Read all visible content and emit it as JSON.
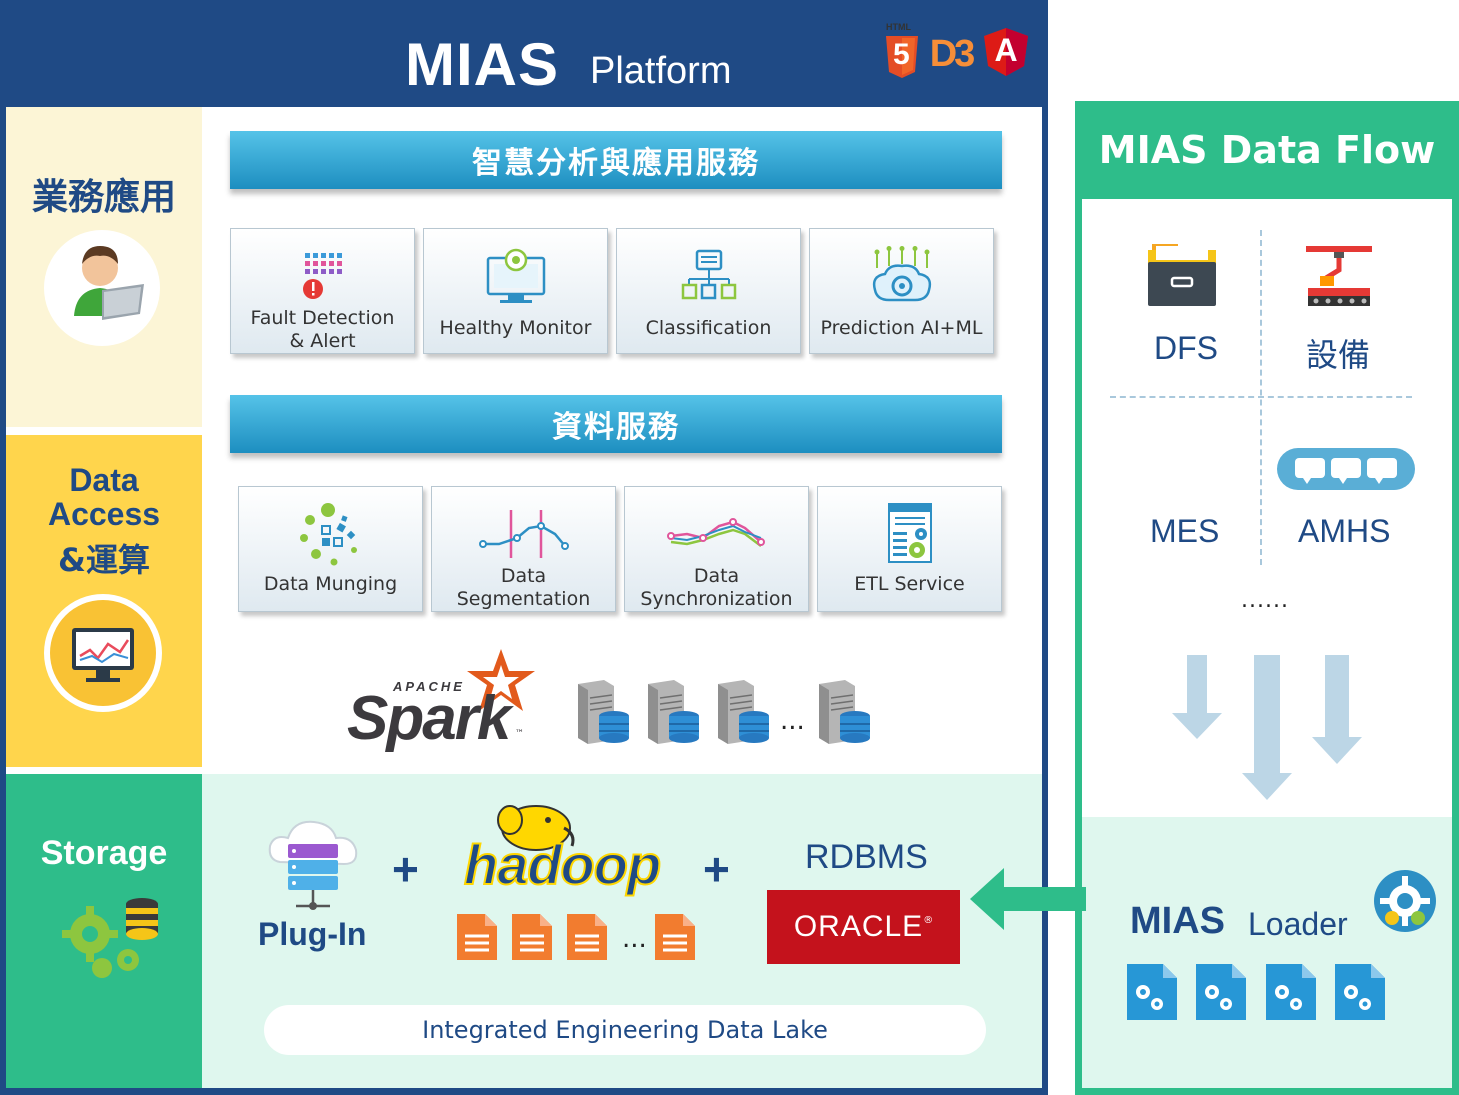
{
  "header": {
    "title_main": "MIAS",
    "title_sub": "Platform",
    "tech_badges": {
      "html5": {
        "top": "HTML",
        "digit": "5"
      },
      "d3": "D3",
      "angular": "A"
    }
  },
  "rows": {
    "business": {
      "label": "業務應用"
    },
    "access": {
      "label_line1": "Data",
      "label_line2": "Access",
      "label_line3": "&運算"
    },
    "storage": {
      "label": "Storage"
    }
  },
  "analytics": {
    "banner": "智慧分析與應用服務",
    "cards": [
      {
        "label_line1": "Fault Detection",
        "label_line2": "& Alert",
        "icon": "fault-detection-icon"
      },
      {
        "label_line1": "Healthy Monitor",
        "label_line2": "",
        "icon": "monitor-icon"
      },
      {
        "label_line1": "Classification",
        "label_line2": "",
        "icon": "classification-icon"
      },
      {
        "label_line1": "Prediction AI+ML",
        "label_line2": "",
        "icon": "ai-brain-icon"
      }
    ]
  },
  "data_services": {
    "banner": "資料服務",
    "cards": [
      {
        "label_line1": "Data Munging",
        "label_line2": "",
        "icon": "data-munging-icon"
      },
      {
        "label_line1": "Data",
        "label_line2": "Segmentation",
        "icon": "segmentation-icon"
      },
      {
        "label_line1": "Data",
        "label_line2": "Synchronization",
        "icon": "synchronization-icon"
      },
      {
        "label_line1": "ETL Service",
        "label_line2": "",
        "icon": "etl-icon"
      }
    ]
  },
  "compute": {
    "spark_small": "APACHE",
    "spark_logo": "Spark",
    "spark_tm": "™",
    "servers_ellipsis": "..."
  },
  "storage": {
    "plugin_label": "Plug-In",
    "plus": "+",
    "hadoop_logo": "hadoop",
    "files_ellipsis": "...",
    "rdbms_label": "RDBMS",
    "oracle_logo": "ORACLE",
    "oracle_reg": "®",
    "lake_label": "Integrated Engineering Data Lake"
  },
  "flow": {
    "title": "MIAS Data Flow",
    "sources": [
      "DFS",
      "設備",
      "MES",
      "AMHS"
    ],
    "more": "......",
    "loader_main": "MIAS",
    "loader_sub": "Loader"
  },
  "colors": {
    "navy": "#1f4a85",
    "green": "#2ebd8a",
    "yellow": "#ffd54c",
    "cream": "#fcf5d6",
    "mint": "#dff7ee",
    "banner_blue": "#1d8ec0",
    "oracle_red": "#c4121c",
    "file_orange": "#f27c2f",
    "config_blue": "#2797d6"
  }
}
